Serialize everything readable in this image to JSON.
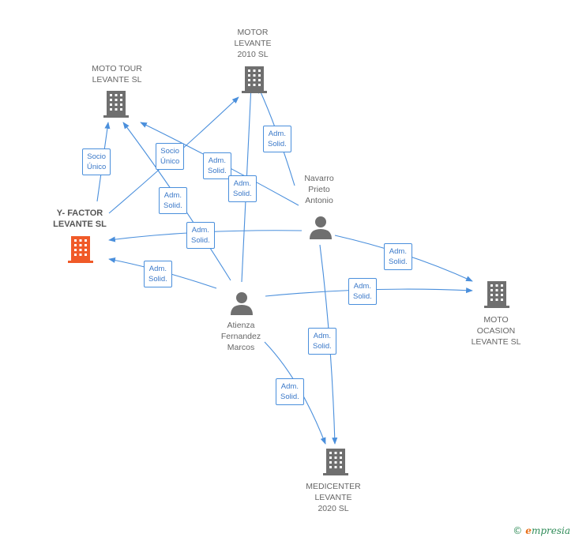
{
  "nodes": {
    "motor_levante": {
      "label": "MOTOR\nLEVANTE\n2010 SL",
      "kind": "company"
    },
    "moto_tour": {
      "label": "MOTO TOUR\nLEVANTE SL",
      "kind": "company"
    },
    "y_factor": {
      "label": "Y- FACTOR\nLEVANTE SL",
      "kind": "company-main"
    },
    "moto_ocasion": {
      "label": "MOTO\nOCASION\nLEVANTE SL",
      "kind": "company"
    },
    "medicenter": {
      "label": "MEDICENTER\nLEVANTE\n2020 SL",
      "kind": "company"
    },
    "navarro": {
      "label": "Navarro\nPrieto\nAntonio",
      "kind": "person"
    },
    "atienza": {
      "label": "Atienza\nFernandez\nMarcos",
      "kind": "person"
    }
  },
  "edges": {
    "socio_unico_1": "Socio\nÚnico",
    "socio_unico_2": "Socio\nÚnico",
    "adm_solid": "Adm.\nSolid."
  },
  "colors": {
    "company": "#6f6f6f",
    "main_company": "#f05a28",
    "edge": "#4a8fdc"
  },
  "footer": {
    "copyright_symbol": "©",
    "brand_e": "e",
    "brand_rest": "mpresia"
  }
}
